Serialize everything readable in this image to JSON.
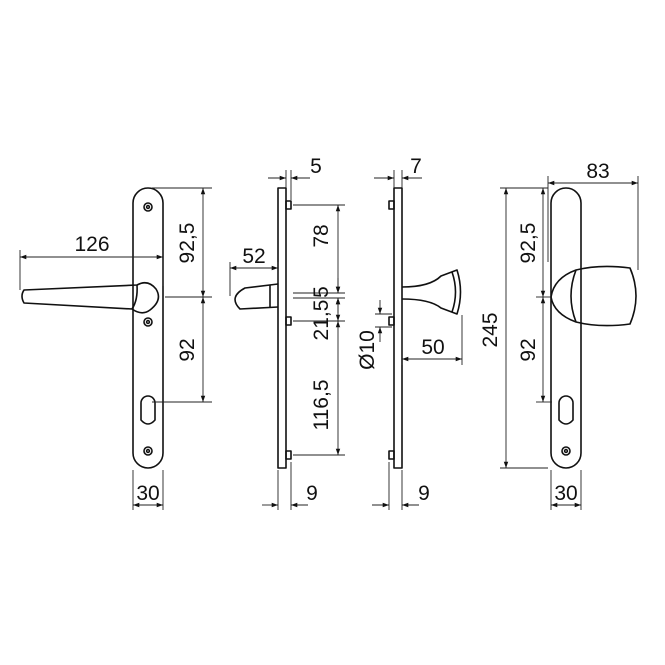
{
  "drawing": {
    "lever_front": {
      "handle_length": "126",
      "upper_offset": "92,5",
      "lower_offset": "92",
      "plate_width": "30"
    },
    "lever_side": {
      "projection": "52",
      "plate_depth": "5",
      "upper_segment": "78",
      "upper_step": "5",
      "middle_segment": "21,5",
      "lower_segment": "116,5",
      "base_depth": "9"
    },
    "knob_side": {
      "plate_depth": "7",
      "spindle_diameter": "Ø10",
      "knob_projection": "50",
      "base_depth": "9"
    },
    "knob_front": {
      "overall_width": "83",
      "overall_height": "245",
      "upper_offset": "92,5",
      "lower_offset": "92",
      "plate_width": "30"
    }
  }
}
